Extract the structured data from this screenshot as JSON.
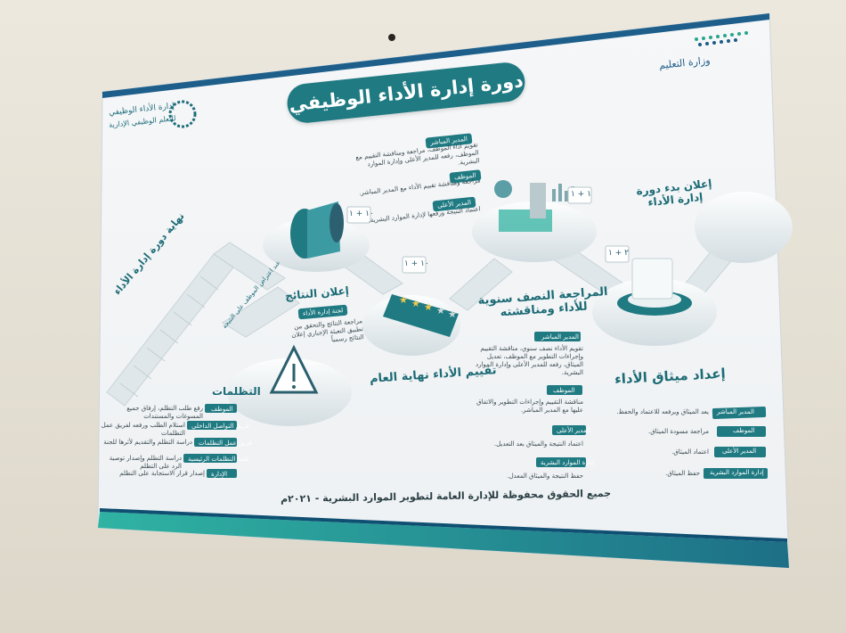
{
  "ministry": {
    "logo_text": "وزارة التعليم"
  },
  "agency": {
    "line1": "إدارة الأداء الوظيفي",
    "line2": "للتعلم الوظيفي الإدارية"
  },
  "title": "دورة إدارة الأداء الوظيفي",
  "steps": {
    "start": "إعلان بدء دورة\nإدارة الأداء",
    "charter": "إعداد ميثاق الأداء",
    "midyear": "المراجعة النصف سنوية\nللأداء ومناقشته",
    "yearend": "تقييم الأداء نهاية العام",
    "results": "إعلان النتائج",
    "end": "نهاية دورة إدارة الأداء",
    "grievance": "التظلمات"
  },
  "roles": {
    "direct_manager": "المدير المباشر",
    "employee": "الموظف",
    "senior_manager": "المدير الأعلى",
    "hr": "إدارة الموارد البشرية"
  },
  "charter_tasks": {
    "direct_manager": "يعد الميثاق ويرفعه للاعتماد والحفظ.",
    "employee": "مراجعة مسودة الميثاق.",
    "senior_manager": "اعتماد الميثاق.",
    "hr": "حفظ الميثاق."
  },
  "midyear_text": {
    "direct_manager": "تقويم الأداء نصف سنوي، مناقشة التقييم وإجراءات التطوير مع الموظف، تعديل الميثاق، رفعه للمدير الأعلى وإدارة الموارد البشرية.",
    "employee": "مناقشة التقييم وإجراءات التطوير والاتفاق عليها مع المدير المباشر.",
    "senior_manager": "اعتماد النتيجة والميثاق بعد التعديل.",
    "hr": "حفظ النتيجة والميثاق المعدل."
  },
  "yearend_text": {
    "direct_manager": "تقويم أداء الموظف، مراجعة ومناقشة التقييم مع الموظف، رفعه للمدير الأعلى وإدارة الموارد البشرية.",
    "employee": "مراجعة ومناقشة تقييم الأداء مع المدير المباشر.",
    "senior_manager": "اعتماد النتيجة ورفعها لإدارة الموارد البشرية."
  },
  "results_text": {
    "tag": "لجنة إدارة الأداء",
    "body": "مراجعة النتائج والتحقق من تطبيق التعبئة الإجباري إعلان النتائج رسمياً"
  },
  "end_note": "عند اعتراض الموظف على النتيجة",
  "grievance_items": [
    {
      "tag": "الموظف",
      "text": "رفع طلب التظلم، إرفاق جميع المسوغات والمستندات"
    },
    {
      "tag": "فريق التواصل الداخلي",
      "text": "استلام الطلب ورفعه لفريق عمل التظلمات"
    },
    {
      "tag": "فريق عمل التظلمات",
      "text": "دراسة التظلم والتقديم لأثرها للجنة"
    },
    {
      "tag": "لجنة التظلمات الرئيسية",
      "text": "دراسة التظلم وإصدار توصية الرد على التظلم"
    },
    {
      "tag": "الإدارة",
      "text": "إصدار قرار الاستجابة على التظلم"
    }
  ],
  "counters": {
    "a": "١٠ + ١",
    "b": "١٠ + ١",
    "c": "٢ + ١",
    "d": "١ + ١"
  },
  "footer": "جميع الحقوق محفوظة للإدارة العامة لتطوير الموارد البشرية - ٢٠٢١م",
  "colors": {
    "primary": "#1f7a82",
    "accent": "#3fb6a8",
    "poster_bg": "#f3f5f7",
    "wall": "#e6e1d6"
  },
  "rating_stars": 5
}
